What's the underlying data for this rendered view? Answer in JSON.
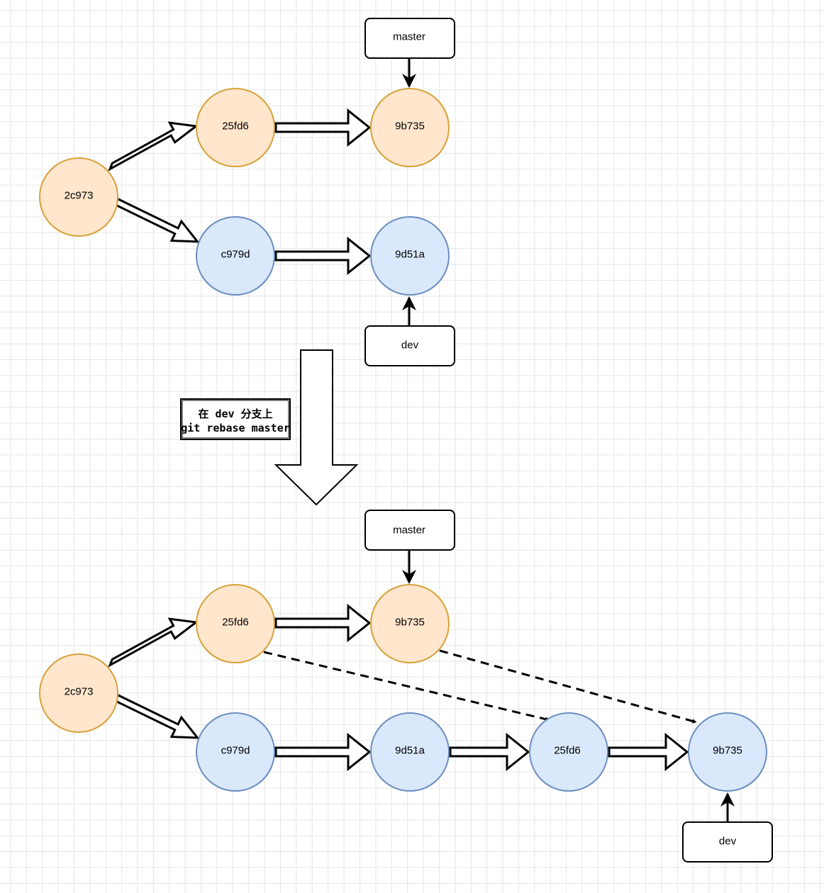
{
  "colors": {
    "orange_fill": "#ffe6cc",
    "orange_stroke": "#d6a23a",
    "blue_fill": "#dae8fc",
    "blue_stroke": "#6c8ebf",
    "line": "#000000",
    "grid": "#e6e6e6"
  },
  "before": {
    "commits": {
      "root": "2c973",
      "master_1": "25fd6",
      "master_2": "9b735",
      "dev_1": "c979d",
      "dev_2": "9d51a"
    },
    "labels": {
      "master": "master",
      "dev": "dev"
    }
  },
  "operation": {
    "line1": "在 dev 分支上",
    "line2": "git rebase master"
  },
  "after": {
    "commits": {
      "root": "2c973",
      "master_1": "25fd6",
      "master_2": "9b735",
      "dev_1": "c979d",
      "dev_2": "9d51a",
      "dev_3": "25fd6",
      "dev_4": "9b735"
    },
    "labels": {
      "master": "master",
      "dev": "dev"
    }
  }
}
